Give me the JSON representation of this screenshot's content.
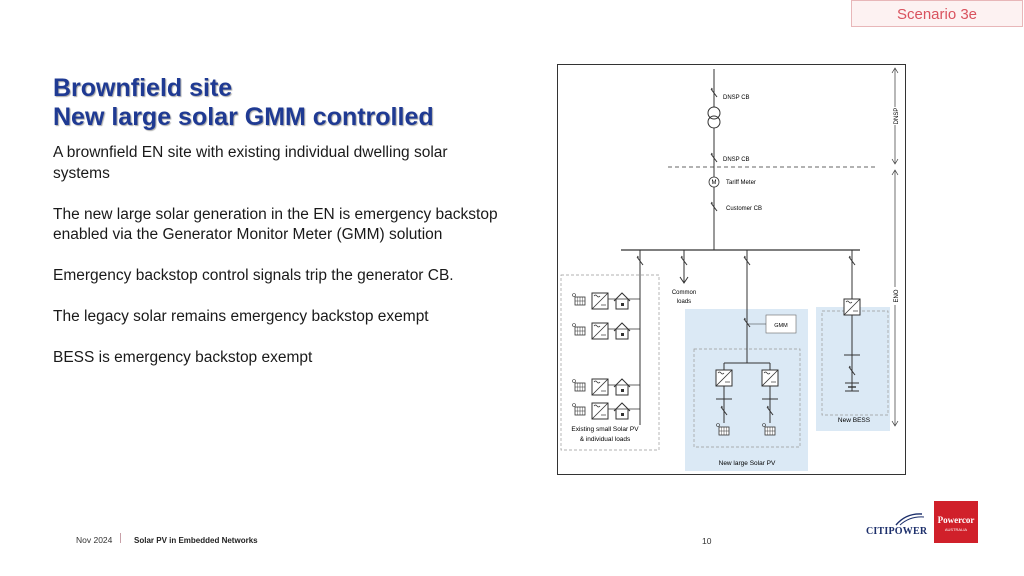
{
  "header": {
    "scenario_tag": "Scenario 3e"
  },
  "title": {
    "line1": "Brownfield site",
    "line2": "New large solar GMM controlled"
  },
  "body": {
    "paragraphs": [
      "A brownfield EN site with existing individual dwelling solar systems",
      "The new large solar generation in the EN is emergency backstop enabled via the Generator Monitor Meter (GMM) solution",
      "Emergency backstop control signals trip the generator CB.",
      "The legacy solar remains emergency backstop exempt",
      "BESS is emergency backstop exempt"
    ]
  },
  "diagram": {
    "labels": {
      "dnsp_cb_top": "DNSP CB",
      "dnsp_cb_lower": "DNSP CB",
      "meter_symbol": "M",
      "tariff_meter": "Tariff Meter",
      "customer_cb": "Customer CB",
      "common_loads_1": "Common",
      "common_loads_2": "loads",
      "gmm": "GMM",
      "dnsp_zone": "DNSP",
      "en_zone": "ENO",
      "new_bess": "New BESS",
      "existing_pv_1": "Existing small Solar PV",
      "existing_pv_2": "& individual loads",
      "new_large_pv": "New large Solar PV"
    },
    "colors": {
      "highlight": "#dbe9f5",
      "line": "#333333"
    }
  },
  "footer": {
    "date": "Nov 2024",
    "doc_title": "Solar PV in Embedded Networks",
    "page": "10"
  },
  "logos": {
    "citipower": "CITIPOWER",
    "powercor": "Powercor",
    "powercor_sub": "AUSTRALIA"
  }
}
